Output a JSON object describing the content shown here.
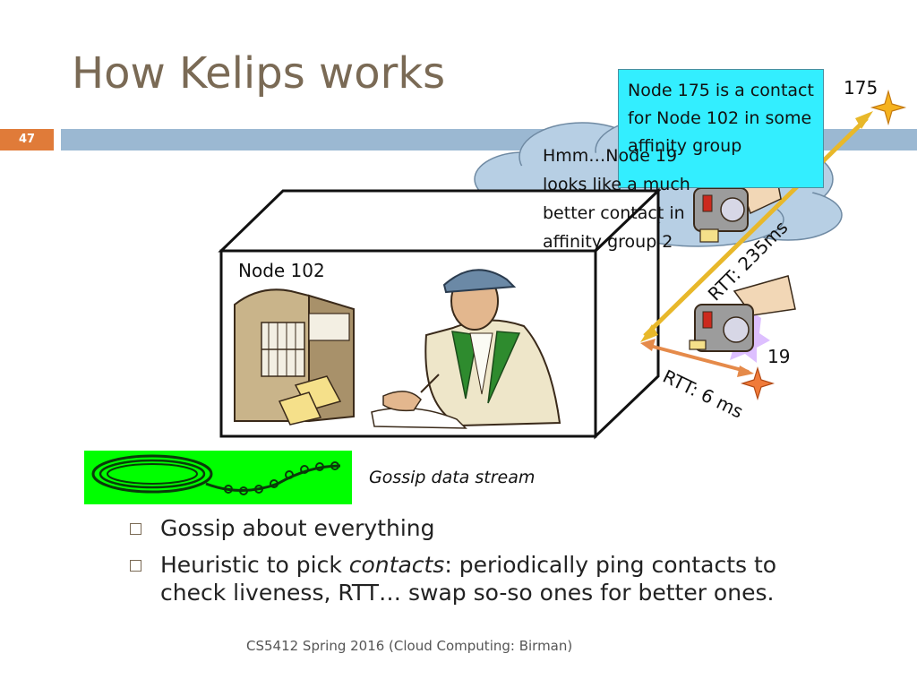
{
  "slide": {
    "title": "How Kelips works",
    "number": "47"
  },
  "callout": {
    "text": "Node 175 is a contact for Node 102 in some affinity group"
  },
  "thought": {
    "text": "Hmm…Node 19 looks like a much better contact in affinity group 2"
  },
  "nodes": {
    "node102": "Node 102",
    "node175": "175",
    "node19": "19"
  },
  "links": {
    "rtt_far": "RTT: 235ms",
    "rtt_near": "RTT: 6 ms"
  },
  "stream": {
    "caption": "Gossip data stream"
  },
  "bullets": [
    {
      "text": "Gossip about everything"
    },
    {
      "pre": "Heuristic to pick ",
      "em": "contacts",
      "post": ": periodically ping contacts to check liveness, RTT… swap so-so ones for better ones."
    }
  ],
  "footer": "CS5412 Spring 2016 (Cloud Computing: Birman)",
  "colors": {
    "title": "#7a6a55",
    "band": "#9bb8d2",
    "slide_number_bg": "#e07b39",
    "callout_bg": "#33eeff",
    "cloud_bg": "#b7cfe4",
    "stream_bg": "#00ff00",
    "star": "#f5b21e",
    "link_far": "#e8b82a",
    "link_near": "#e58a4a"
  }
}
